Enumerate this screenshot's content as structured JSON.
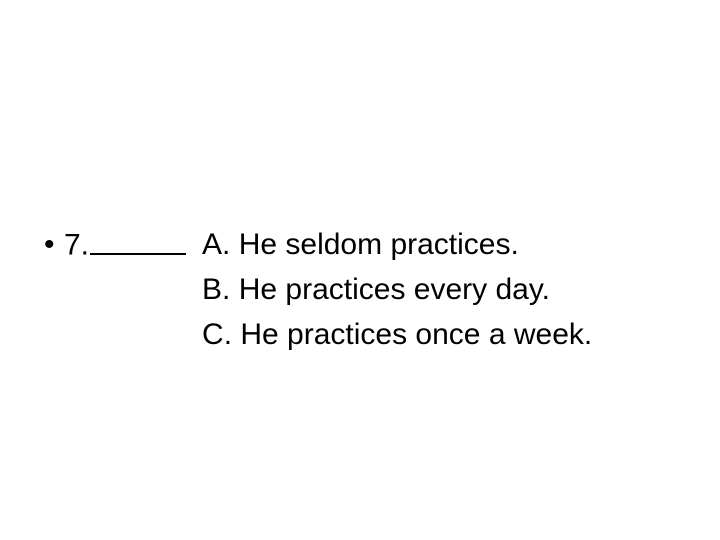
{
  "slide": {
    "background_color": "#ffffff",
    "text_color": "#000000"
  },
  "question": {
    "bullet_glyph": "•",
    "number_label": "7.",
    "blank_placeholder": "______",
    "options": [
      {
        "letter": "A.",
        "text": "He seldom practices.",
        "full": "A. He seldom practices."
      },
      {
        "letter": "B.",
        "text": "He practices every day.",
        "full": "B. He practices every day."
      },
      {
        "letter": "C.",
        "text": "He practices once a week.",
        "full": "C. He practices once a week."
      }
    ]
  }
}
